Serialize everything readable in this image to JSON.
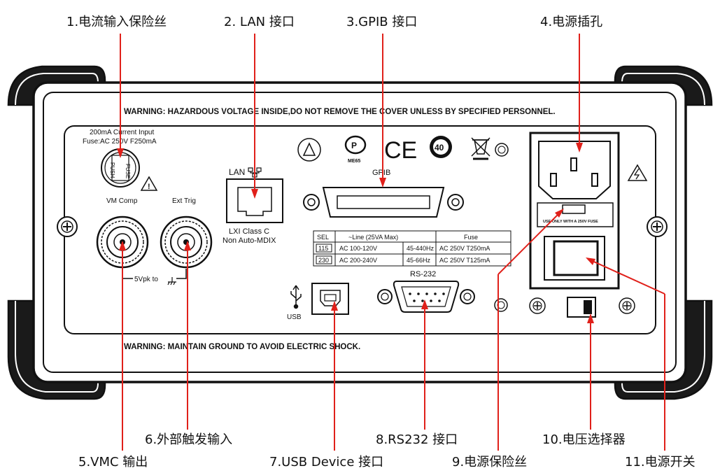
{
  "panel": {
    "warning_top": "WARNING: HAZARDOUS VOLTAGE INSIDE,DO NOT REMOVE THE COVER  UNLESS BY SPECIFIED PERSONNEL.",
    "warning_bottom": "WARNING: MAINTAIN GROUND TO AVOID ELECTRIC SHOCK.",
    "fuse_title_1": "200mA Current Input",
    "fuse_title_2": "Fuse:AC 250V F250mA",
    "fuse_cap_a": "FUSE",
    "fuse_cap_b": "PUSH",
    "lan_label": "LAN",
    "lxi_1": "LXI Class C",
    "lxi_2": "Non Auto-MDIX",
    "gpib_label": "GPIB",
    "vm_comp": "VM Comp",
    "ext_trig": "Ext Trig",
    "vpk": "5Vpk to",
    "usb_label": "USB",
    "rs232_label": "RS-232",
    "me65": "ME65",
    "ce_mark": "CE",
    "rohs_40": "40",
    "outlet_note": "USE ONLY WITH A 250V FUSE",
    "table": {
      "headers": [
        "SEL",
        "~Line  (25VA Max)",
        "Fuse"
      ],
      "rows": [
        [
          "115",
          "AC 100-120V",
          "45-440Hz",
          "AC 250V T250mA"
        ],
        [
          "230",
          "AC 200-240V",
          "45-66Hz",
          "AC 250V T125mA"
        ]
      ]
    }
  },
  "callouts": [
    {
      "id": "fuse-input",
      "text": "1.电流输入保险丝"
    },
    {
      "id": "lan",
      "text": "2. LAN 接口"
    },
    {
      "id": "gpib",
      "text": "3.GPIB 接口"
    },
    {
      "id": "power-socket",
      "text": "4.电源插孔"
    },
    {
      "id": "vmc-output",
      "text": "5.VMC 输出"
    },
    {
      "id": "ext-trigger",
      "text": "6.外部触发输入"
    },
    {
      "id": "usb-device",
      "text": "7.USB Device 接口"
    },
    {
      "id": "rs232",
      "text": "8.RS232 接口"
    },
    {
      "id": "power-fuse",
      "text": "9.电源保险丝"
    },
    {
      "id": "voltage-selector",
      "text": "10.电压选择器"
    },
    {
      "id": "power-switch",
      "text": "11.电源开关"
    }
  ],
  "colors": {
    "callout_line": "#e0201a",
    "panel_line": "#111111"
  }
}
